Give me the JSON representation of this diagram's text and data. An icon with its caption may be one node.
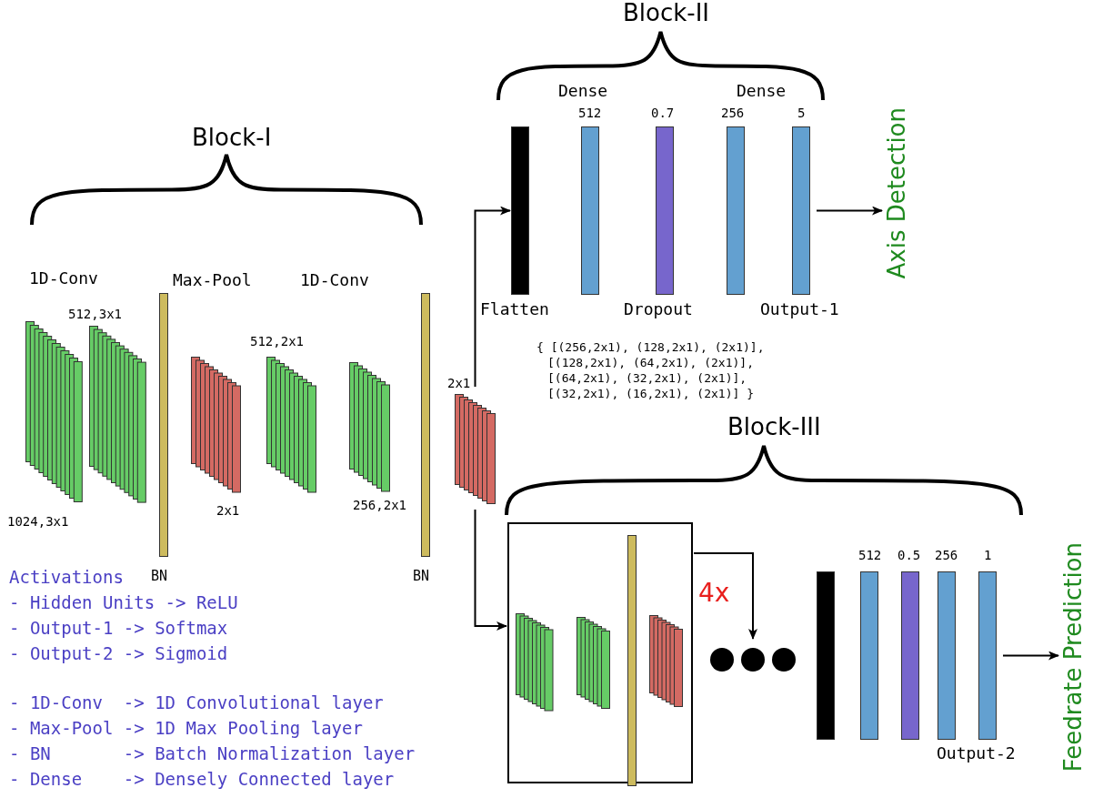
{
  "diagram": {
    "nodes": [
      {
        "text": [],
        "shape": "stack",
        "beside": [
          "1024,3x1"
        ]
      },
      {
        "text": [],
        "shape": "stack",
        "beside": [
          "512,3x1"
        ]
      },
      {
        "text": [],
        "shape": "bar",
        "beside": [
          "BN"
        ]
      },
      {
        "text": [],
        "shape": "stack",
        "beside": [
          "2x1"
        ]
      },
      {
        "text": [],
        "shape": "stack",
        "beside": [
          "512,2x1"
        ]
      },
      {
        "text": [],
        "shape": "stack",
        "beside": [
          "256,2x1"
        ]
      },
      {
        "text": [],
        "shape": "bar",
        "beside": [
          "BN"
        ]
      },
      {
        "text": [],
        "shape": "stack",
        "beside": [
          "2x1"
        ]
      },
      {
        "text": [],
        "shape": "bar",
        "beside": [
          "Flatten"
        ]
      },
      {
        "text": [],
        "shape": "bar",
        "beside": [
          "512"
        ]
      },
      {
        "text": [],
        "shape": "bar",
        "beside": [
          "0.7",
          "Dropout"
        ]
      },
      {
        "text": [],
        "shape": "bar",
        "beside": [
          "256"
        ]
      },
      {
        "text": [],
        "shape": "bar",
        "beside": [
          "5",
          "Output-1"
        ]
      },
      {
        "text": [
          "Axis Detection"
        ]
      },
      {
        "text": [],
        "shape": "box"
      },
      {
        "text": [],
        "shape": "stack",
        "in": 14
      },
      {
        "text": [],
        "shape": "stack",
        "in": 14
      },
      {
        "text": [],
        "shape": "bar",
        "in": 14
      },
      {
        "text": [],
        "shape": "stack",
        "in": 14
      },
      {
        "text": [],
        "shape": "dots"
      },
      {
        "text": [],
        "shape": "bar"
      },
      {
        "text": [],
        "shape": "bar",
        "beside": [
          "512"
        ]
      },
      {
        "text": [],
        "shape": "bar",
        "beside": [
          "0.5"
        ]
      },
      {
        "text": [],
        "shape": "bar",
        "beside": [
          "256"
        ]
      },
      {
        "text": [],
        "shape": "bar",
        "beside": [
          "1",
          "Output-2"
        ]
      },
      {
        "text": [
          "Feedrate Prediction"
        ]
      }
    ],
    "edges": [
      {
        "from": 7,
        "to": 8,
        "arrow": "to"
      },
      {
        "from": 7,
        "to": 14,
        "arrow": "to"
      },
      {
        "from": 12,
        "to": 13,
        "arrow": "to"
      },
      {
        "from": 14,
        "to": 19,
        "arrow": "to",
        "label": "4x"
      },
      {
        "from": 24,
        "to": 25,
        "arrow": "to"
      }
    ],
    "labels": [
      "Block-II",
      "Dense",
      "Dense",
      "Block-I",
      "1D-Conv",
      "Max-Pool",
      "1D-Conv",
      "{ [(256,2x1), (128,2x1), (2x1)], [(128,2x1), (64,2x1), (2x1)], [(64,2x1), (32,2x1), (2x1)], [(32,2x1), (16,2x1), (2x1)] }",
      "Block-III",
      "Activations",
      "- Hidden Units -> ReLU",
      "- Output-1 -> Softmax",
      "- Output-2 -> Sigmoid",
      "- 1D-Conv  -> 1D Convolutional layer",
      "- Max-Pool -> 1D Max Pooling layer",
      "- BN       -> Batch Normalization layer",
      "- Dense    -> Densely Connected layer"
    ]
  }
}
